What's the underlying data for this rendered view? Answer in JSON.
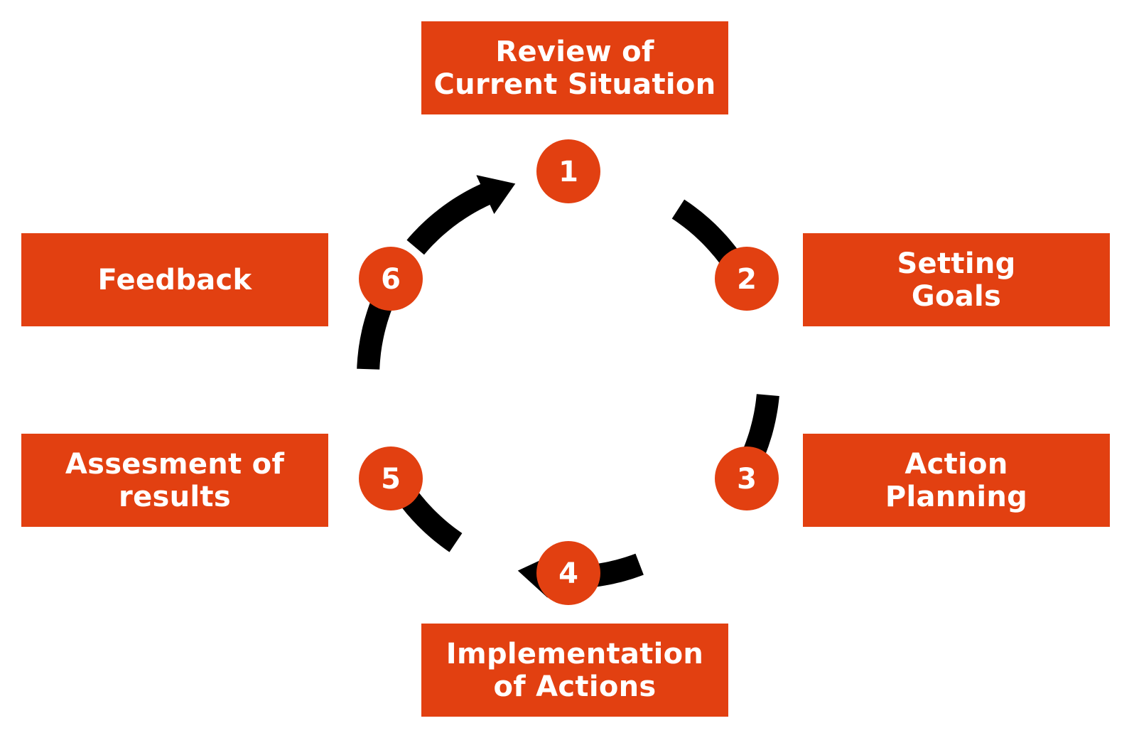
{
  "diagram": {
    "steps": [
      {
        "number": "1",
        "label": "Review of\nCurrent Situation"
      },
      {
        "number": "2",
        "label": "Setting\nGoals"
      },
      {
        "number": "3",
        "label": "Action\nPlanning"
      },
      {
        "number": "4",
        "label": "Implementation\nof Actions"
      },
      {
        "number": "5",
        "label": "Assesment of\nresults"
      },
      {
        "number": "6",
        "label": "Feedback"
      }
    ],
    "colors": {
      "accent": "#e24011",
      "arrow": "#000000",
      "text": "#ffffff",
      "background": "#ffffff"
    }
  }
}
